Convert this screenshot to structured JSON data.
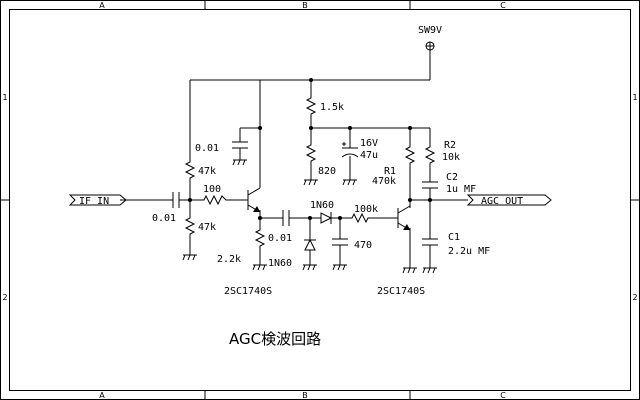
{
  "title": "AGC検波回路",
  "power": "SW9V",
  "ports": {
    "input": "IF IN",
    "output": "AGC OUT"
  },
  "zone_labels": {
    "columns": [
      "A",
      "B",
      "C"
    ],
    "rows": [
      "1",
      "2"
    ]
  },
  "components": {
    "r_1k5": "1.5k",
    "c_001_top": "0.01",
    "r_47k_top": "47k",
    "c_001_in": "0.01",
    "r_47k_bot": "47k",
    "r_100": "100",
    "r_2k2": "2.2k",
    "c_001_mid": "0.01",
    "d1": "1N60",
    "d2": "1N60",
    "r_820": "820",
    "c_47u_v": "16V",
    "c_47u_val": "47u",
    "r_100k": "100k",
    "c_470": "470",
    "r1_ref": "R1",
    "r1_val": "470k",
    "r2_ref": "R2",
    "r2_val": "10k",
    "c2_ref": "C2",
    "c2_val": "1u MF",
    "c1_ref": "C1",
    "c1_val": "2.2u MF",
    "q1": "2SC1740S",
    "q2": "2SC1740S"
  }
}
